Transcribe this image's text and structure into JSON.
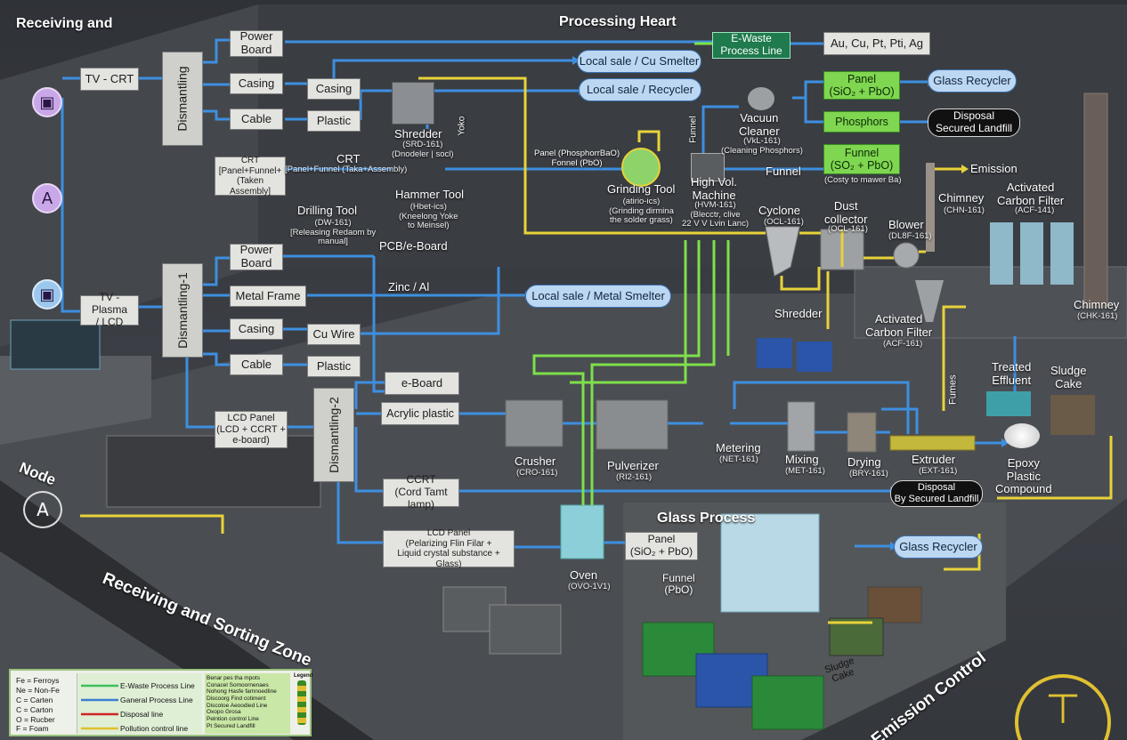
{
  "zones": {
    "receiving_top": "Receiving and",
    "processing_heart": "Processing Heart",
    "receiving_sorting": "Receiving and Sorting Zone",
    "node": "Node",
    "node_letter": "A",
    "emission_control": "Emission Control",
    "glass_process": "Glass Process"
  },
  "inputs": {
    "circle_a": "A",
    "tv_crt": "TV - CRT",
    "tv_plasma": "TV - Plasma\n/ LCD"
  },
  "dismantling": {
    "top": "Dismantling",
    "mid": "Dismantling-1",
    "low": "Dismantling-2"
  },
  "crt_line": {
    "power_board": "Power\nBoard",
    "casing": "Casing",
    "cable": "Cable",
    "casing2": "Casing",
    "plastic": "Plastic",
    "crt_box": "CRT\n[Panel+Funnel+\n(Taken Assembly]",
    "crt_label": "CRT",
    "crt_sub": "[Panel+Funnel (Taka+Assembly)",
    "drilling_tool": "Drilling Tool",
    "drilling_sub": "(DW-161)\n[Releasing Redaom by\nmanual]",
    "shredder": "Shredder",
    "shredder_sub": "(SRD-161)\n(Dnodeler | socl)",
    "yoke": "Yoko",
    "hammer_tool": "Hammer Tool",
    "hammer_sub": "(Hbet-ics)\n(Kneelong Yoke\nto Meinsel)"
  },
  "lcd_line": {
    "power_board": "Power\nBoard",
    "metal_frame": "Metal Frame",
    "casing": "Casing",
    "cable": "Cable",
    "cu_wire": "Cu Wire",
    "plastic": "Plastic",
    "pcb_label": "PCB/e-Board",
    "zinc_label": "Zinc / Al",
    "lcd_panel": "LCD Panel\n(LCD + CCRT +\ne-board)",
    "e_board": "e-Board",
    "acrylic": "Acrylic plastic",
    "ccrt": "CCRT\n(Cord Tamt lamp)",
    "lcd_panel2": "LCD Panel\n(Pelarizing Flin Filar +\nLiquid crystal substance + Glass)"
  },
  "outlets": {
    "cu_smelter": "Local sale / Cu Smelter",
    "recycler": "Local sale / Recycler",
    "metal_smelter": "Local sale / Metal Smelter",
    "ewaste_line": "E-Waste\nProcess Line",
    "metals": "Au, Cu, Pt, Pti, Ag",
    "glass_recycler_top": "Glass Recycler",
    "glass_recycler_low": "Glass Recycler",
    "disposal_top": "Disposal\nSecured Landfill",
    "disposal_low": "Disposal\nBy Secured Landfill"
  },
  "crt_processing": {
    "panel_label": "Panel (PhosphorrBaO)\nFonnel (PbO)",
    "grinding_tool": "Grinding Tool",
    "grinding_sub": "(atirio-ics)\n(Grinding dirmina\nthe solder grass)",
    "funnel_v": "Funnel",
    "high_vol": "High Vol.\nMachine",
    "high_vol_sub": "(HVM-161)\n(Blecctr, clive\n22 V V Lvin Lanc)",
    "vacuum": "Vacuun\nCleaner",
    "vacuum_sub": "(VkL-161)\n(Cleaning Phosphors)",
    "funnel_label": "Funnel",
    "panel_box": "Panel\n(SiO₂ + PbO)",
    "phosphors_box": "Phosphors",
    "funnel_box": "Funnel\n(SO₂ + PbO)",
    "funnel_note": "(Costy to mawer Ba)"
  },
  "emission": {
    "cyclone": "Cyclone",
    "cyclone_sub": "(OCL-161)",
    "dust_collector": "Dust\ncollector",
    "dust_sub": "(OCL-161)",
    "blower": "Blower",
    "blower_sub": "(DL8F-161)",
    "chimney_small": "Chimney",
    "chimney_small_sub": "(CHN-161)",
    "activated_top": "Activated\nCarbon Filter",
    "activated_top_sub": "(ACF-141)",
    "emission_label": "Emission",
    "chimney_big": "Chimney",
    "chimney_big_sub": "(CHK-161)",
    "activated_low": "Activated\nCarbon Filter",
    "activated_low_sub": "(ACF-161)",
    "fumes": "Fumes",
    "shredder": "Shredder"
  },
  "plastic_line": {
    "crusher": "Crusher",
    "crusher_sub": "(CRO-161)",
    "pulverizer": "Pulverizer",
    "pulverizer_sub": "(RI2-161)",
    "metering": "Metering",
    "metering_sub": "(NET-161)",
    "mixing": "Mixing",
    "mixing_sub": "(MET-161)",
    "drying": "Drying",
    "drying_sub": "(BRY-161)",
    "extruder": "Extruder",
    "extruder_sub": "(EXT-161)",
    "treated": "Treated\nEffluent",
    "sludge": "Sludge\nCake",
    "epoxy": "Epoxy\nPlastic\nCompound"
  },
  "glass": {
    "oven": "Oven",
    "oven_sub": "(OVO-1V1)",
    "panel": "Panel\n(SiO₂ + PbO)",
    "funnel": "Funnel\n(PbO)",
    "sludge_cake": "Sludge\nCake"
  },
  "legend": {
    "abbrev": [
      "Fe = Ferroys",
      "Ne = Non-Fe",
      "C = Carten",
      "C = Carton",
      "O = Rucber",
      "F = Foam"
    ],
    "lines": [
      {
        "label": "E-Waste Process Line",
        "color": "#3fbf5a"
      },
      {
        "label": "Ganeral Process Line",
        "color": "#3a7fd0"
      },
      {
        "label": "Disposal line",
        "color": "#d02424"
      },
      {
        "label": "Pollution control line",
        "color": "#e0c030"
      }
    ],
    "notes": [
      "Benar pes tha mpots",
      "Conacel Somoornenaes",
      "Nohong Hasfe famnoedline",
      "Discoorg Find cotiment",
      "Discotoe Aeoodied Line",
      "Oxopo Grosa",
      "Pelntion control Line",
      "Pt Secured Landfill"
    ],
    "title": "Legend"
  },
  "colors": {
    "process_blue": "#3d8fe0",
    "ewaste_green": "#7ee04a",
    "pollution_yellow": "#e8d23a",
    "disposal_red": "#d02424"
  }
}
